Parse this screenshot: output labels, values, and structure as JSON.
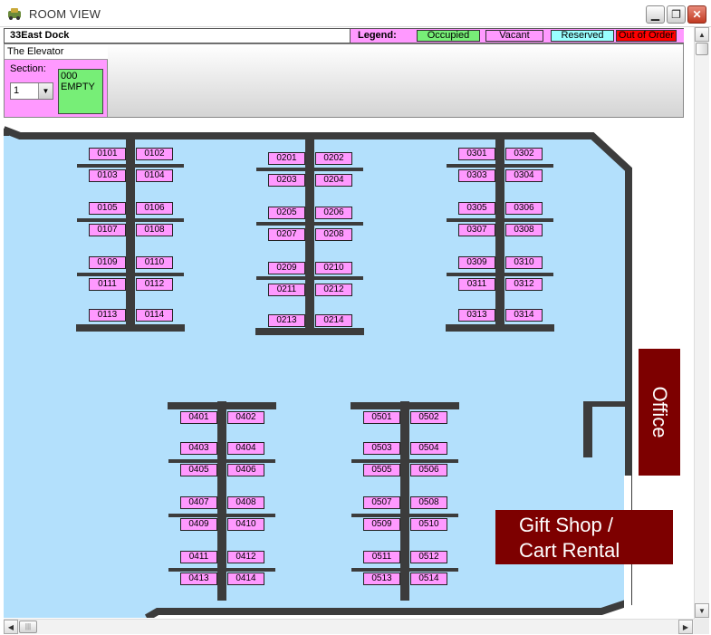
{
  "window": {
    "title": "ROOM VIEW",
    "minimize_label": "▁",
    "restore_label": "❐",
    "close_label": "✕"
  },
  "header": {
    "dock_name": "33East Dock",
    "legend_label": "Legend:",
    "legend": [
      {
        "label": "Occupied",
        "color": "#77ee77"
      },
      {
        "label": "Vacant",
        "color": "#ff99ff"
      },
      {
        "label": "Reserved",
        "color": "#99ffff"
      },
      {
        "label": "Out of Order",
        "color": "#ff0000"
      }
    ]
  },
  "elevator": {
    "title": "The Elevator",
    "section_label": "Section:",
    "section_value": "1",
    "slot_number": "000",
    "slot_status": "EMPTY"
  },
  "floor": {
    "background_color": "#b3e0fc",
    "wall_color": "#3c3c3c",
    "rooms": [
      "0101",
      "0102",
      "0103",
      "0104",
      "0105",
      "0106",
      "0107",
      "0108",
      "0109",
      "0110",
      "0111",
      "0112",
      "0113",
      "0114",
      "0201",
      "0202",
      "0203",
      "0204",
      "0205",
      "0206",
      "0207",
      "0208",
      "0209",
      "0210",
      "0211",
      "0212",
      "0213",
      "0214",
      "0301",
      "0302",
      "0303",
      "0304",
      "0305",
      "0306",
      "0307",
      "0308",
      "0309",
      "0310",
      "0311",
      "0312",
      "0313",
      "0314",
      "0401",
      "0402",
      "0403",
      "0404",
      "0405",
      "0406",
      "0407",
      "0408",
      "0409",
      "0410",
      "0411",
      "0412",
      "0413",
      "0414",
      "0501",
      "0502",
      "0503",
      "0504",
      "0505",
      "0506",
      "0507",
      "0508",
      "0509",
      "0510",
      "0511",
      "0512",
      "0513",
      "0514"
    ],
    "room_status": "Vacant",
    "office_label": "Office",
    "giftshop_line1": "Gift Shop /",
    "giftshop_line2": "Cart Rental",
    "feature_color": "#7d0000"
  },
  "scrollbars": {
    "up_icon": "up-arrow-icon",
    "left_icon": "left-arrow-icon"
  }
}
